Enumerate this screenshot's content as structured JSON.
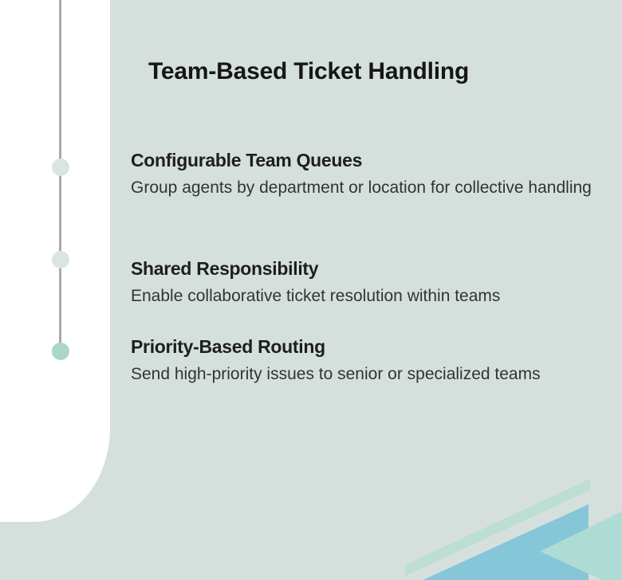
{
  "slide": {
    "title": "Team-Based Ticket Handling",
    "items": [
      {
        "heading": "Configurable Team Queues",
        "body": "Group agents by department or location for collective handling"
      },
      {
        "heading": "Shared Responsibility",
        "body": "Enable collaborative ticket resolution within teams"
      },
      {
        "heading": "Priority-Based Routing",
        "body": "Send high-priority issues to senior or specialized teams"
      }
    ],
    "timeline": {
      "dot_count": 3,
      "active_dot_index": 2
    }
  },
  "colors": {
    "background": "#d5e0dc",
    "panel": "#ffffff",
    "line": "#a9a9a9",
    "dot_inactive": "#dae5e1",
    "dot_active": "#a9d6cb",
    "accent_blue": "#86c6d9",
    "accent_teal": "#aedbd4",
    "accent_stripe": "#bcded3",
    "title_text": "#161616",
    "heading_text": "#1e1e1e",
    "body_text": "#333333"
  }
}
